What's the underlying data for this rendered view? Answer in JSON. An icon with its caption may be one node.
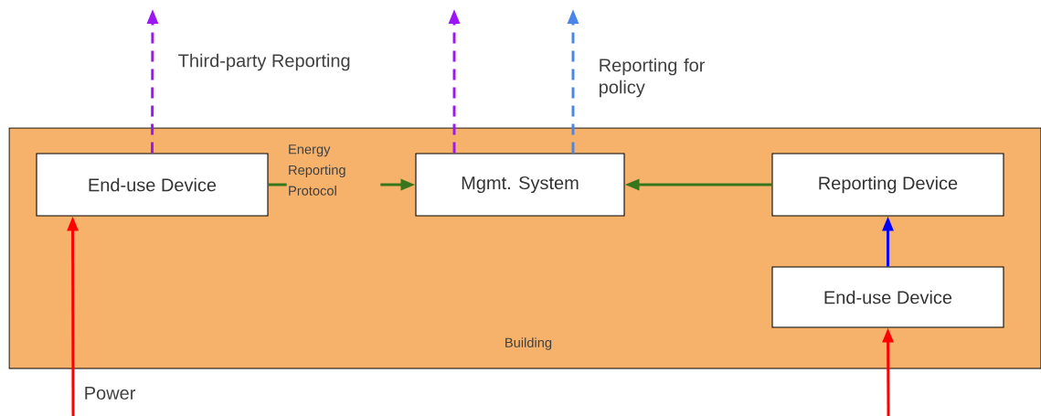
{
  "diagram": {
    "nodes": [
      {
        "text": [
          "Building"
        ]
      },
      {
        "text": [
          "End-use Device"
        ],
        "in": 0
      },
      {
        "text": [
          "Mgmt. System"
        ],
        "in": 0
      },
      {
        "text": [
          "Reporting Device"
        ],
        "in": 0
      },
      {
        "text": [
          "End-use Device"
        ],
        "in": 0
      }
    ],
    "edges": [
      {
        "from": 1,
        "to": null,
        "arrow": "to",
        "style": "dashed",
        "color": "#9b17f5",
        "label": "Third-party Reporting"
      },
      {
        "from": 2,
        "to": null,
        "arrow": "to",
        "style": "dashed",
        "color": "#9b17f5"
      },
      {
        "from": 2,
        "to": null,
        "arrow": "to",
        "style": "dashed",
        "color": "#4a86e8",
        "label": "Reporting for policy"
      },
      {
        "from": 1,
        "to": 2,
        "arrow": "to",
        "color": "#38761d",
        "label": "Energy Reporting Protocol"
      },
      {
        "from": 3,
        "to": 2,
        "arrow": "to",
        "color": "#38761d"
      },
      {
        "from": 4,
        "to": 3,
        "arrow": "to",
        "color": "#0000ff"
      },
      {
        "from": null,
        "to": 1,
        "arrow": "to",
        "color": "#ff0000",
        "label": "Power"
      },
      {
        "from": null,
        "to": 4,
        "arrow": "to",
        "color": "#ff0000"
      }
    ]
  }
}
